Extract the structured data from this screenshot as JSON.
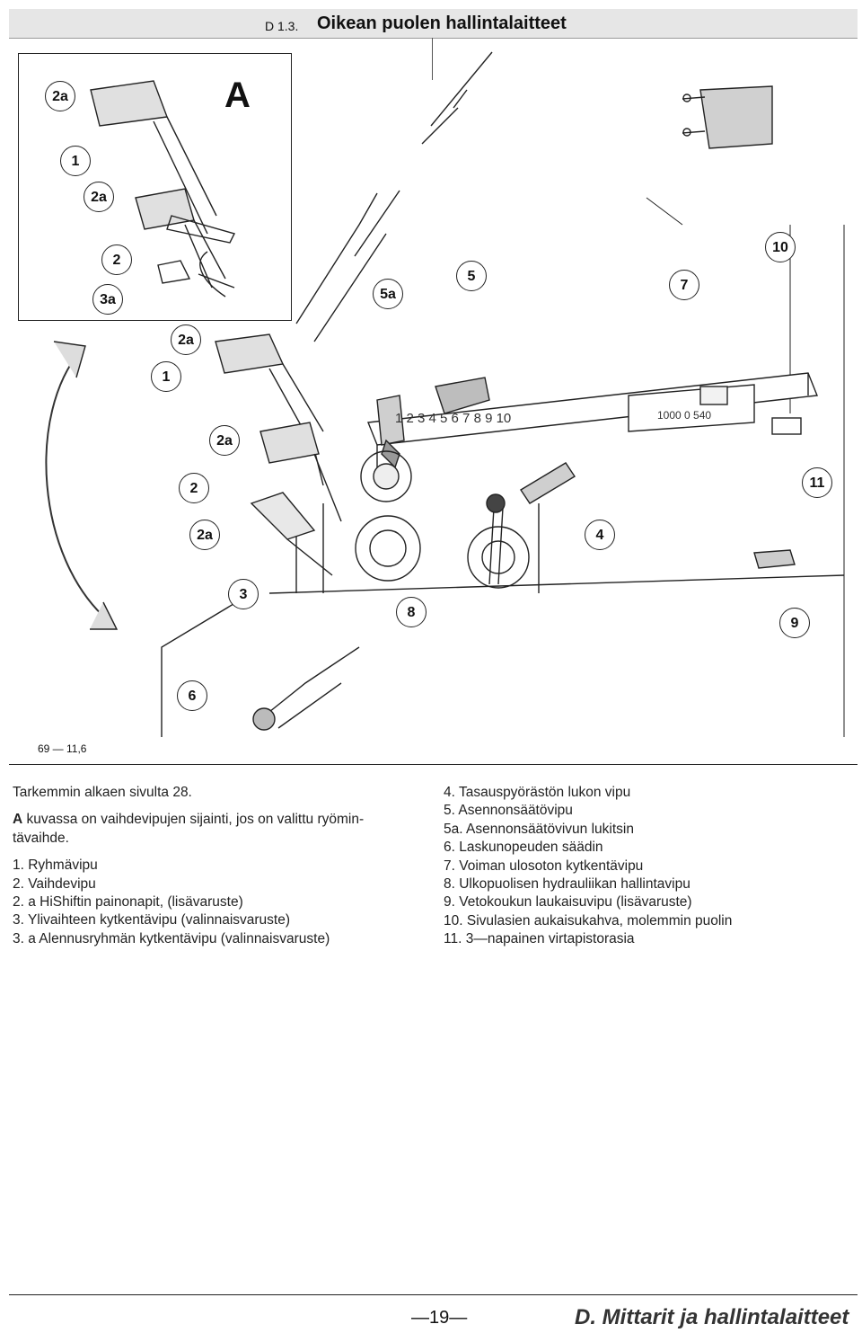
{
  "header": {
    "section": "D 1.3.",
    "title": "Oikean puolen hallintalaitteet"
  },
  "figure": {
    "inset_label": "A",
    "code": "69 — 11,6",
    "scale_text": "1000   0   540",
    "dial_numbers": "1  2  3  4  5  6  7  8  9  10",
    "callouts": {
      "c_2a_a": "2a",
      "c_1_a": "1",
      "c_2a_b": "2a",
      "c_2_a": "2",
      "c_3a": "3a",
      "c_5a": "5a",
      "c_5": "5",
      "c_7": "7",
      "c_10": "10",
      "c_2a_c": "2a",
      "c_1_b": "1",
      "c_2a_d": "2a",
      "c_2_b": "2",
      "c_11": "11",
      "c_2a_e": "2a",
      "c_4": "4",
      "c_3": "3",
      "c_8": "8",
      "c_9": "9",
      "c_6": "6"
    }
  },
  "left_text": {
    "intro": "Tarkemmin alkaen sivulta 28.",
    "a_bold": "A",
    "a_rest": " kuvassa on vaihdevipujen sijainti, jos on valittu ryömin-",
    "a_rest2": "tävaihde.",
    "items": [
      "1. Ryhmävipu",
      "2. Vaihdevipu",
      "2. a HiShiftin painonapit, (lisävaruste)",
      "3. Ylivaihteen kytkentävipu (valinnaisvaruste)",
      "3. a Alennusryhmän kytkentävipu (valinnaisvaruste)"
    ]
  },
  "right_text": {
    "items": [
      "4. Tasauspyörästön lukon vipu",
      "5. Asennonsäätövipu",
      "5a. Asennonsäätövivun lukitsin",
      "6. Laskunopeuden säädin",
      "7. Voiman ulosoton kytkentävipu",
      "8. Ulkopuolisen hydrauliikan hallintavipu",
      "9. Vetokoukun laukaisuvipu (lisävaruste)",
      "10. Sivulasien aukaisukahva, molemmin puolin",
      "11. 3—napainen virtapistorasia"
    ]
  },
  "footer": {
    "page": "—19—",
    "title": "D. Mittarit ja hallintalaitteet"
  }
}
